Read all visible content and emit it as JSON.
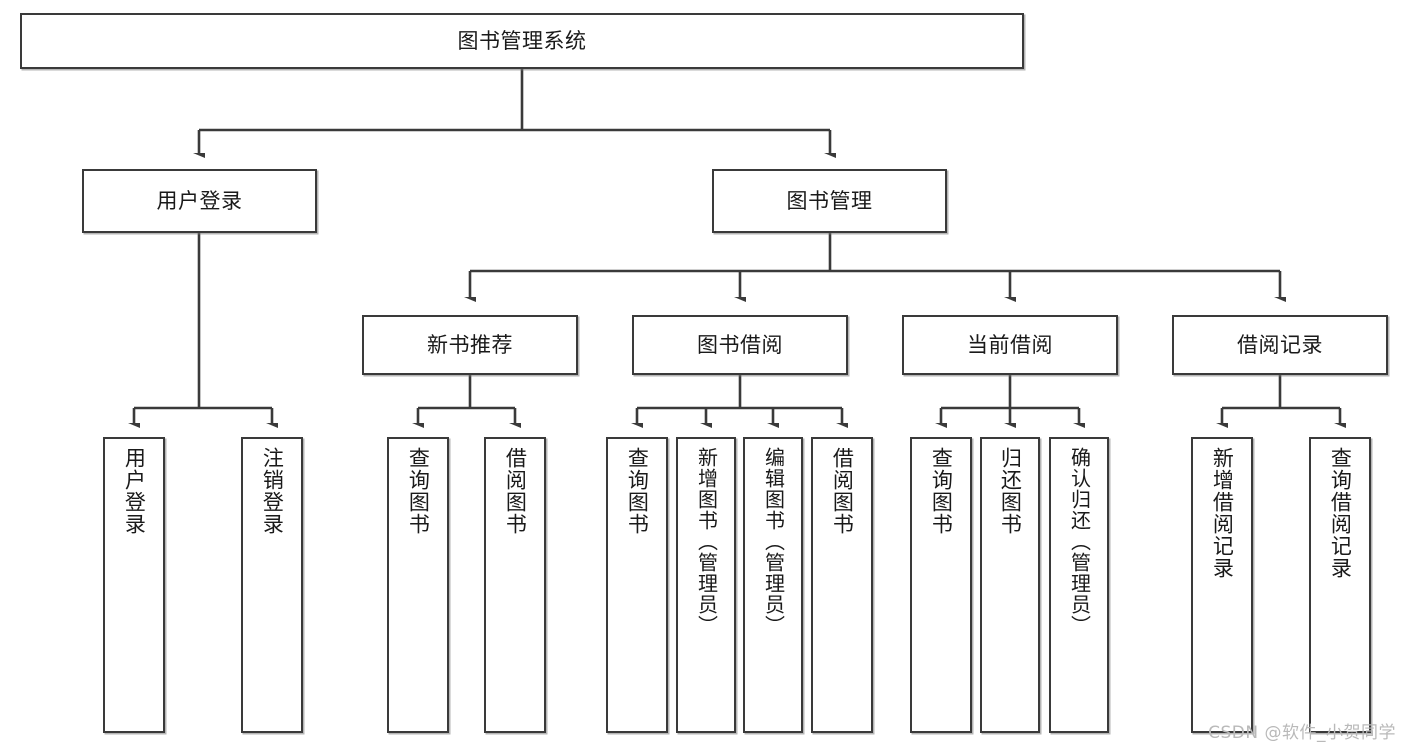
{
  "diagram": {
    "type": "tree",
    "title_node": "图书管理系统",
    "watermark": "CSDN @软件_小贺同学",
    "colors": {
      "border": "#3a3a3a",
      "fill": "#ffffff",
      "text": "#1a1a1a",
      "watermark": "#b9b9b9",
      "background": "#ffffff"
    },
    "nodes": {
      "root": "图书管理系统",
      "level2": {
        "user_login": "用户登录",
        "book_manage": "图书管理"
      },
      "level3": {
        "new_book_rec": "新书推荐",
        "book_borrow": "图书借阅",
        "current_borrow": "当前借阅",
        "borrow_record": "借阅记录"
      },
      "leaves": {
        "user_login_1": "用户登录",
        "user_login_2": "注销登录",
        "new_book_rec_1": "查询图书",
        "new_book_rec_2": "借阅图书",
        "book_borrow_1": "查询图书",
        "book_borrow_2": "新增图书（管理员）",
        "book_borrow_3": "编辑图书（管理员）",
        "book_borrow_4": "借阅图书",
        "current_borrow_1": "查询图书",
        "current_borrow_2": "归还图书",
        "current_borrow_3": "确认归还（管理员）",
        "borrow_record_1": "新增借阅记录",
        "borrow_record_2": "查询借阅记录"
      }
    }
  }
}
